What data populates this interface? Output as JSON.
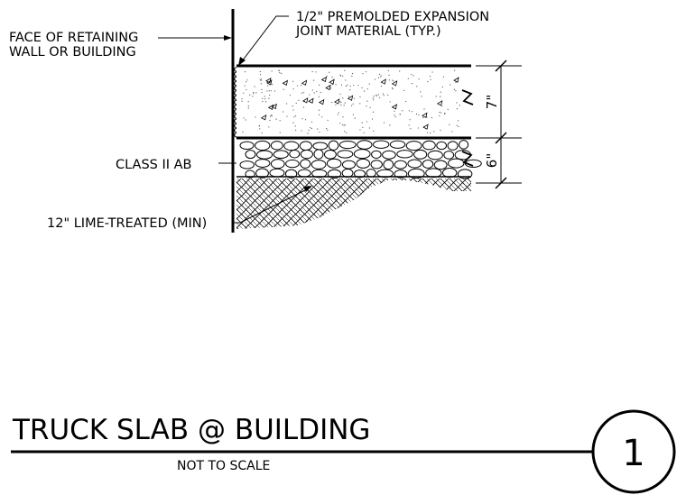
{
  "callouts": {
    "wall_face_line1": "FACE OF RETAINING",
    "wall_face_line2": "WALL OR BUILDING",
    "expansion_joint_line1": "1/2\" PREMOLDED EXPANSION",
    "expansion_joint_line2": "JOINT MATERIAL (TYP.)",
    "base_course": "CLASS II AB",
    "subgrade": "12\" LIME-TREATED (MIN)"
  },
  "dimensions": {
    "slab_thickness": "7\"",
    "base_thickness": "6\""
  },
  "title_block": {
    "title": "TRUCK SLAB @ BUILDING",
    "scale_note": "NOT TO SCALE",
    "detail_number": "1"
  }
}
